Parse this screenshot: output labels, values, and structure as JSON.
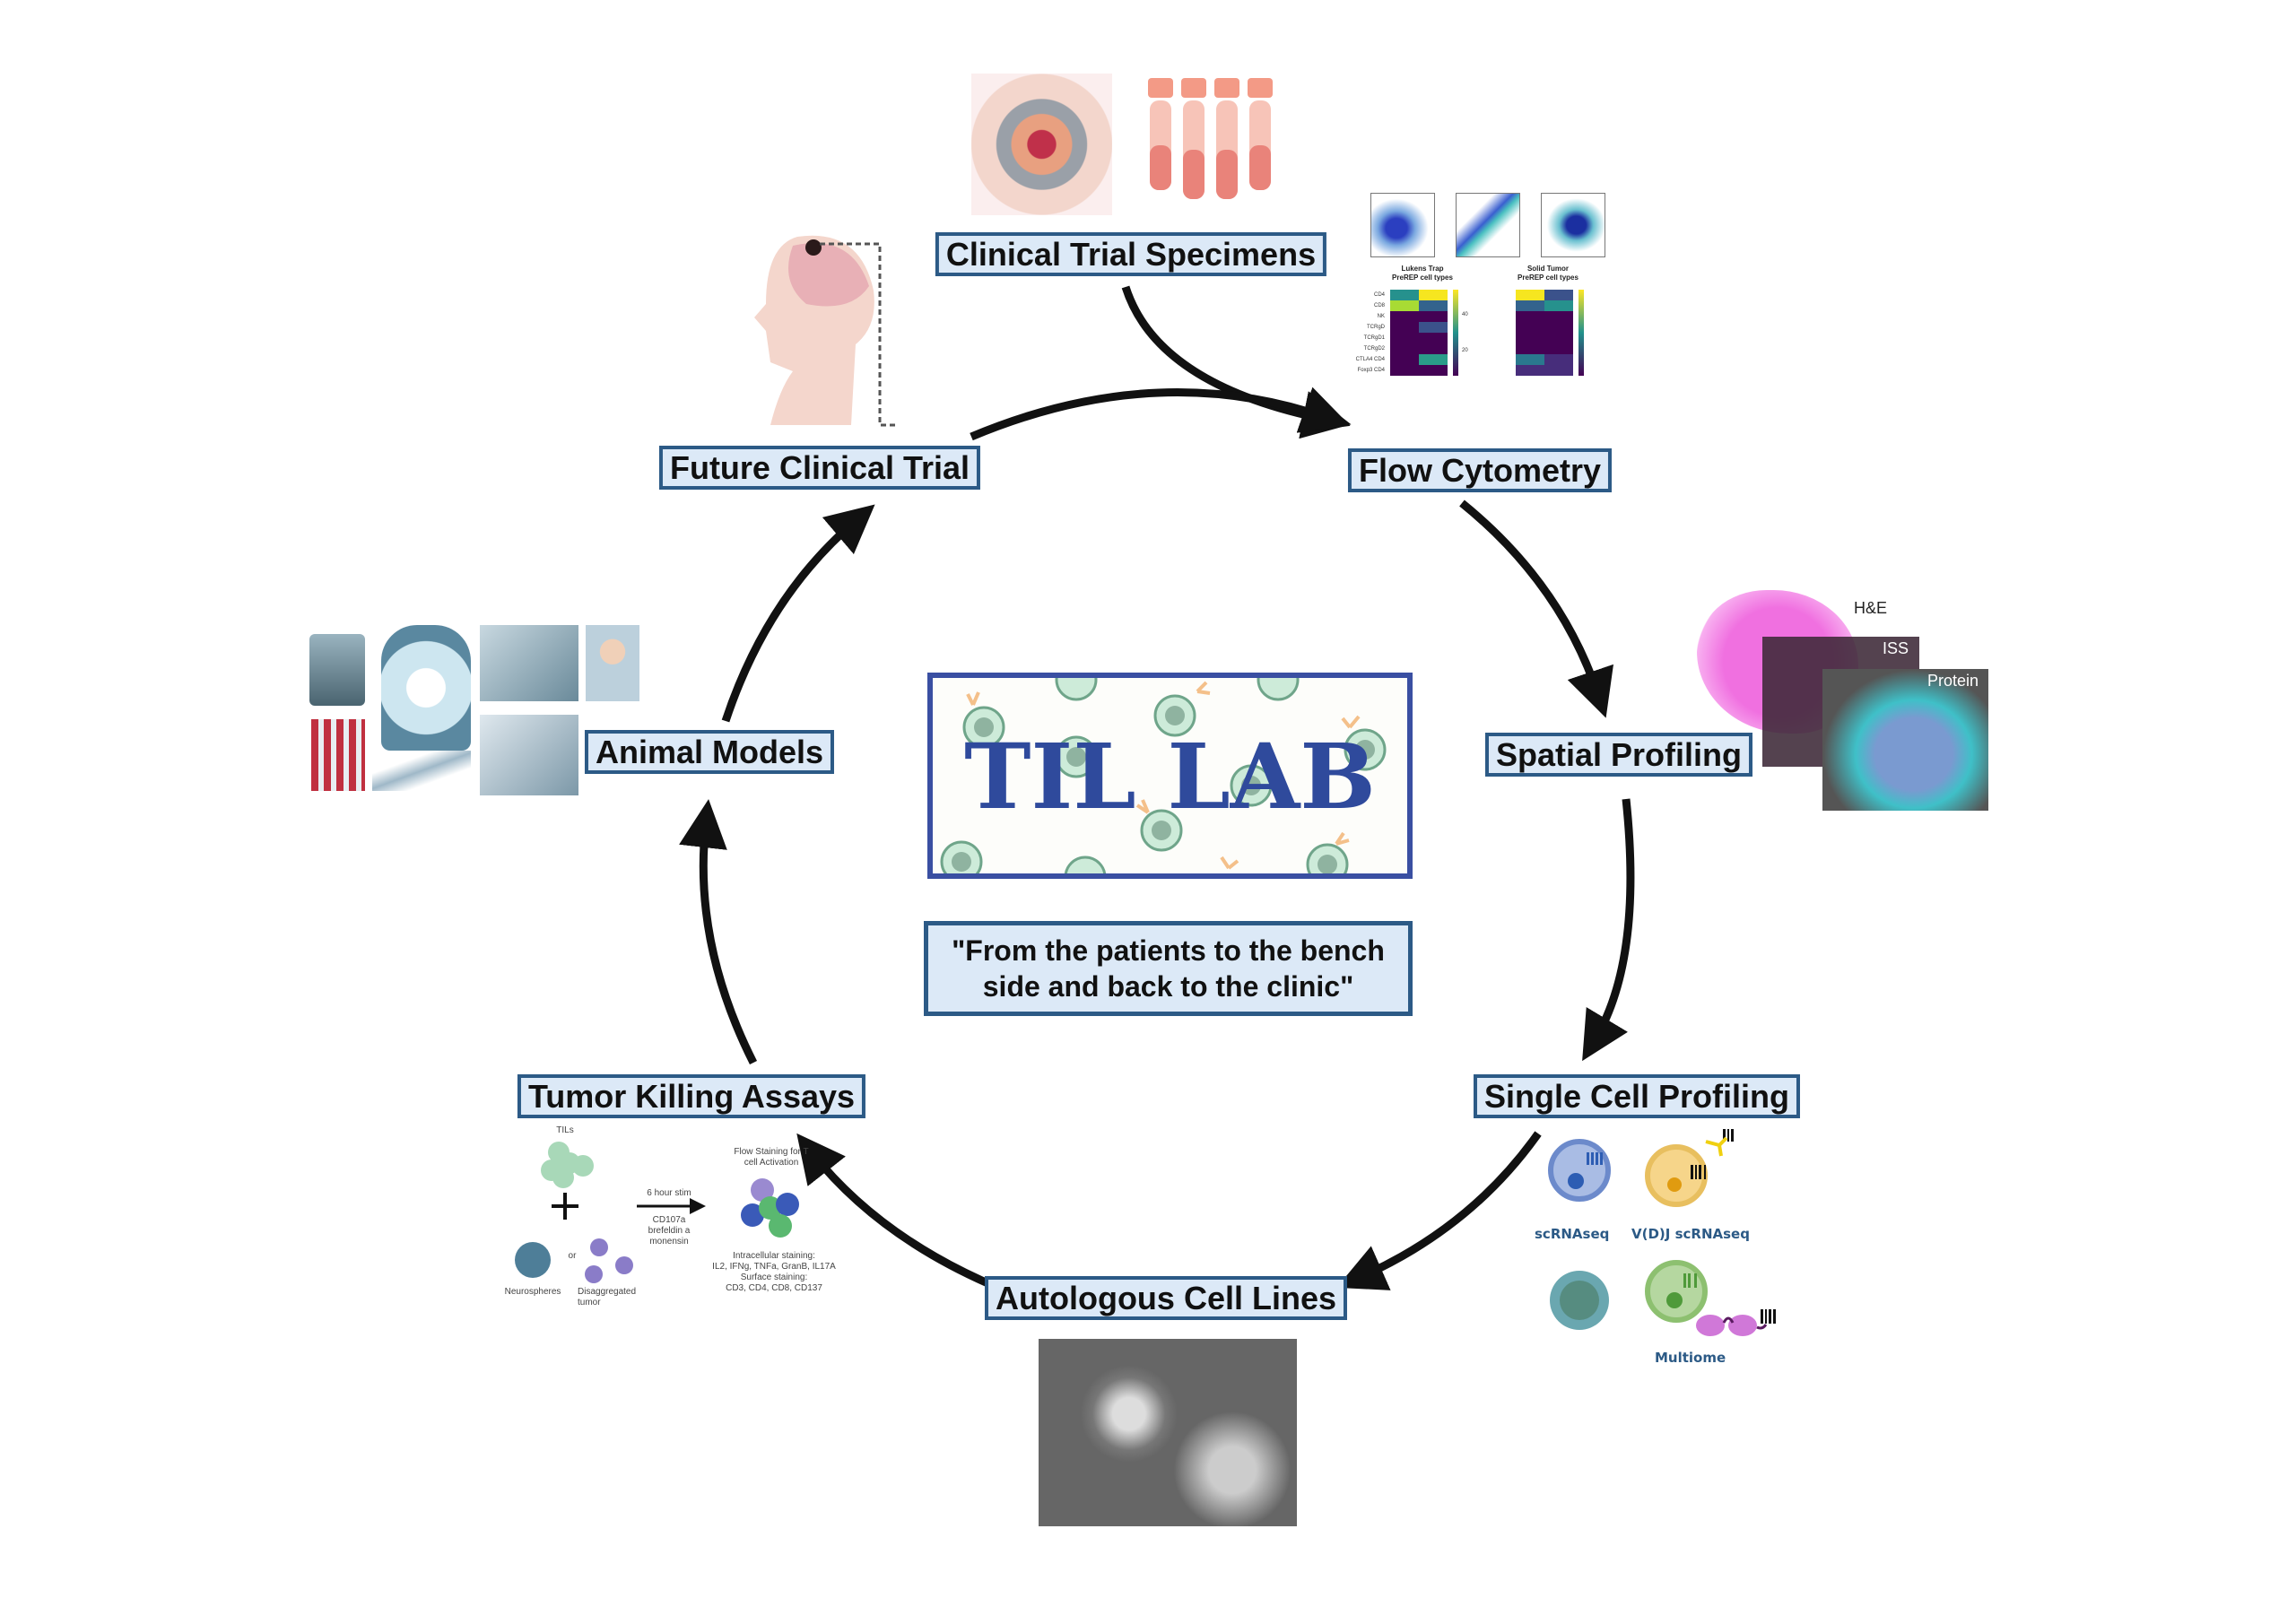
{
  "logo": {
    "title": "TIL LAB"
  },
  "quote": {
    "line1": "\"From the patients to the bench",
    "line2": "side and back to the clinic\""
  },
  "steps": {
    "clinical_trial_specimens": "Clinical Trial Specimens",
    "flow_cytometry": "Flow Cytometry",
    "spatial_profiling": "Spatial Profiling",
    "single_cell_profiling": "Single Cell Profiling",
    "autologous_cell_lines": "Autologous Cell Lines",
    "tumor_killing_assays": "Tumor Killing Assays",
    "animal_models": "Animal Models",
    "future_clinical_trial": "Future Clinical Trial"
  },
  "flow": {
    "heatmap1_title1": "Lukens Trap",
    "heatmap1_title2": "PreREP cell types",
    "heatmap2_title1": "Solid Tumor",
    "heatmap2_title2": "PreREP cell types",
    "rows": [
      "CD4",
      "CD8",
      "NK",
      "TCRgD",
      "TCRgD1",
      "TCRgD2",
      "CTLA4 CD4",
      "Foxp3 CD4"
    ],
    "colorbar_ticks": [
      "40",
      "20"
    ]
  },
  "spatial": {
    "he": "H&E",
    "iss": "ISS",
    "protein": "Protein"
  },
  "single_cell": {
    "scrnaseq": "scRNAseq",
    "vdj": "V(D)J scRNAseq",
    "multiome": "Multiome"
  },
  "tumor_killing": {
    "tils": "TILs",
    "or": "or",
    "neurospheres": "Neurospheres",
    "disaggregated": "Disaggregated tumor",
    "stim": "6 hour stim",
    "reagents": "CD107a brefeldin a monensin",
    "flow_title": "Flow Staining for T cell Activation",
    "intracellular": "Intracellular staining:",
    "intracellular_list": "IL2, IFNg, TNFa, GranB, IL17A",
    "surface": "Surface staining:",
    "surface_list": "CD3, CD4, CD8, CD137"
  },
  "colors": {
    "label_fill": "#dce9f7",
    "label_border": "#2c5a86",
    "logo_blue": "#2f4a9c",
    "arrow": "#111111"
  }
}
